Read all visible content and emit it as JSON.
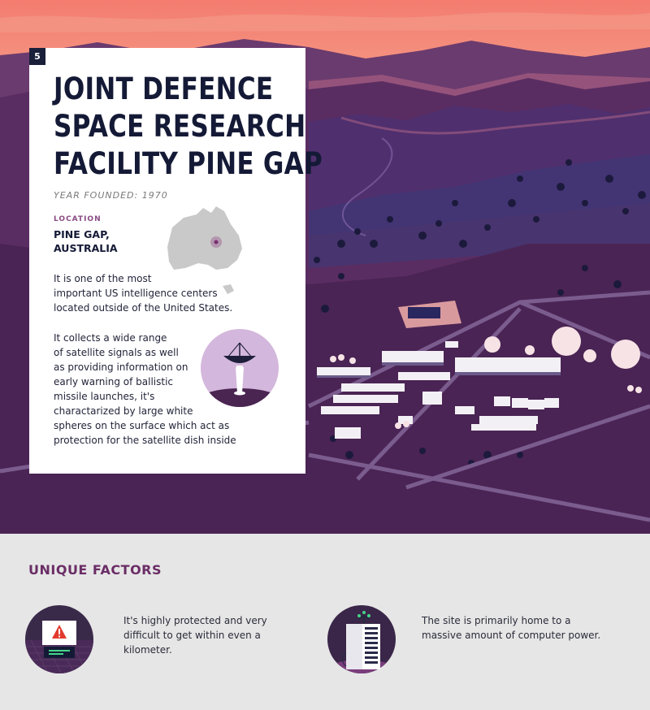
{
  "card": {
    "number": "5",
    "title_lines": [
      "JOINT DEFENCE",
      "SPACE RESEARCH",
      "FACILITY PINE GAP"
    ],
    "year_founded": "YEAR FOUNDED: 1970",
    "location_label": "LOCATION",
    "location_value_lines": [
      "PINE GAP,",
      "AUSTRALIA"
    ],
    "paragraph1_lines": [
      "It is one of the most",
      "important US intelligence centers",
      "located outside of the United States."
    ],
    "paragraph2_lines": [
      "It collects a wide range",
      "of satellite signals as well",
      "as providing information on",
      "early warning of ballistic",
      "missile launches, it's",
      "charactarized by large white",
      "spheres on the surface which act as",
      "protection for the satellite dish inside"
    ]
  },
  "unique": {
    "title": "UNIQUE FACTORS",
    "factors": [
      {
        "icon": "warning-screen-icon",
        "lines": [
          "It's highly protected and very",
          "difficult to get within even a",
          "kilometer."
        ]
      },
      {
        "icon": "server-tower-icon",
        "lines": [
          "The site is primarily home to a",
          "massive amount of computer power."
        ]
      }
    ]
  },
  "colors": {
    "sky": "#f08078",
    "ground": "#4a2550",
    "navy": "#141a36",
    "accent": "#6a2d66",
    "panel": "#e6e6e6"
  }
}
